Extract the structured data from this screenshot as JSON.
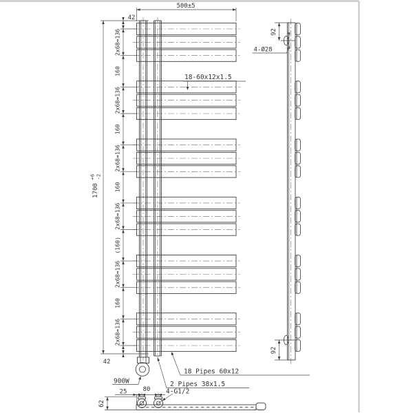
{
  "drawing": {
    "front_view": {
      "width_dim": "500±5",
      "height_dim": {
        "value": "1700",
        "tol_plus": "+6",
        "tol_minus": "-2"
      },
      "top_margin_dim": "42",
      "bottom_margin_dim": "42",
      "chain": [
        "2x68=136",
        "160",
        "2x68=136",
        "160",
        "2x68=136",
        "160",
        "2x68=136",
        "(160)",
        "2x68=136",
        "160",
        "2x68=136"
      ],
      "pipe_spec_note": "18-60x12x1.5"
    },
    "side_view": {
      "top_hole_dim": "92",
      "bottom_hole_dim": "92",
      "holes_note": "4-Ø28"
    },
    "bottom_view": {
      "first_conn_dim": "25",
      "conn_spacing_dim": "80",
      "depth_dim": "62",
      "thread_note": "4-G1/2"
    },
    "annotations": {
      "power": "900W",
      "horizontal_pipes": "18 Pipes 60x12",
      "vertical_collectors": "2 Pipes 38x1.5"
    }
  }
}
